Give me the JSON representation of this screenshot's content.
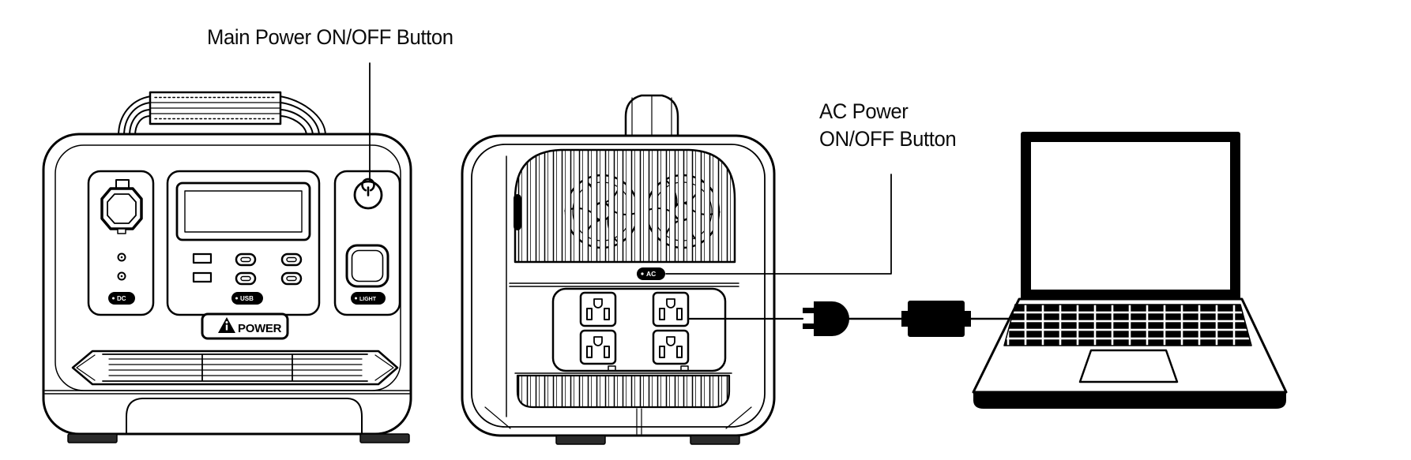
{
  "page": {
    "background": "#ffffff",
    "ink": "#000000",
    "foot_color": "#2b2b2b"
  },
  "annotations": {
    "main_power_label": "Main Power ON/OFF Button",
    "ac_power_label_line1": "AC Power",
    "ac_power_label_line2": "ON/OFF Button"
  },
  "front_view": {
    "description": "portable power station front view",
    "brand": {
      "mark": "triangle-a-logo",
      "text": "POWER"
    },
    "pill_buttons": {
      "dc": "DC",
      "usb": "USB",
      "light": "LIGHT"
    },
    "icons": {
      "main_power_button": "power-symbol"
    }
  },
  "rear_view": {
    "description": "portable power station rear view",
    "ac_pill_button": "AC",
    "outlet_count": 4
  },
  "accessories": {
    "plug": "ac-plug",
    "adapter": "power-adapter-brick",
    "laptop": "laptop"
  }
}
